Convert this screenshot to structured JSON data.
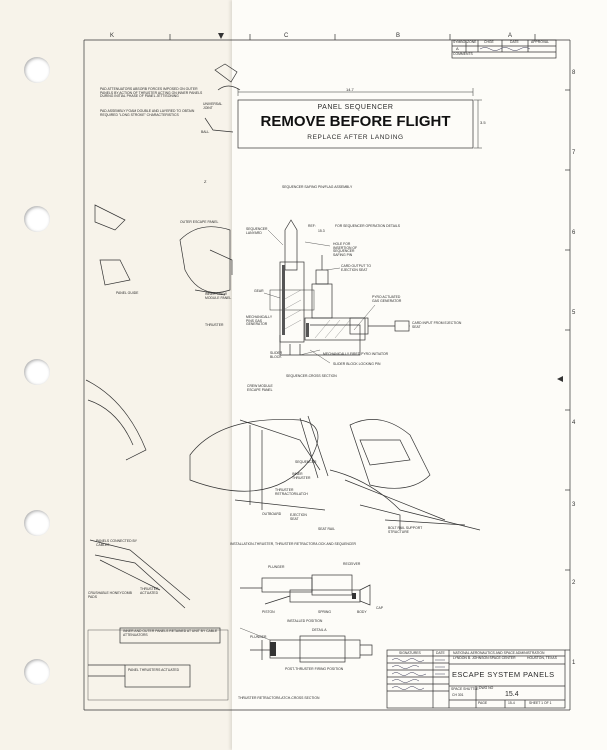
{
  "ruler_top": [
    "K",
    "C",
    "B",
    "A"
  ],
  "ruler_side": [
    "8",
    "7",
    "6",
    "5",
    "4",
    "3",
    "2",
    "1"
  ],
  "revision": {
    "headers": [
      "SYMBOL",
      "ZONE",
      "CHGE",
      "DATE",
      "APPROVAL"
    ],
    "row1": "A",
    "comments_label": "COMMENTS"
  },
  "sign": {
    "line1": "PANEL SEQUENCER",
    "line2": "REMOVE BEFORE FLIGHT",
    "line3": "REPLACE AFTER LANDING",
    "width_dim": "14.7",
    "height_dim": "3.5"
  },
  "left_notes": {
    "note1": "PAD ATTENUATORS ABSORB FORCES IMPOSED ON OUTER PANELS BY ACTION OF THRUSTER ACTING ON INNER PANELS DURING INITIAL PHASE OF PANEL JETTISONING",
    "note2": "PAD ASSEMBLY FOAM DOUBLE AND LAYERED TO OBTAIN REQUIRED \"LONG STROKE\" CHARACTERISTICS",
    "universal_joint": "UNIVERSAL JOINT",
    "ball": "BALL",
    "detail_ref": "Z",
    "outer_escape": "OUTER ESCAPE PANEL",
    "panel_guide": "PANEL GUIDE",
    "inner_crew": "INNER CREW MODULE PANEL",
    "thruster": "THRUSTER",
    "panels_connected": "PANELS CONNECTED BY CABLES",
    "crushable": "CRUSHABLE HONEYCOMB PADS",
    "thruster_actuated": "THRUSTER ACTUATED",
    "inner_outer_retained": "INNER AND OUTER PANELS RETAINED AT UNIT BY CABLE ATTENUATORS",
    "panel_thrusters": "PANEL THRUSTERS ACTUATED"
  },
  "sequencer": {
    "title": "SEQUENCER SAFING PIN/FLAG ASSEMBLY",
    "ref": "REF:",
    "ref_num": "15.3",
    "ref_text": "FOR SEQUENCER OPERATION DETAILS",
    "sequencer_lanyard": "SEQUENCER LANYARD",
    "hole": "HOLE FOR INSERTION OF SEQUENCER SAFING PIN",
    "card_output": "CARD OUTPUT TO EJECTION SEAT",
    "gear": "GEAR",
    "mechanically_pins": "MECHANICALLY PINS GAS GENERATOR",
    "pyro": "PYRO ACTUATED GAS GENERATOR",
    "card_input": "CARD INPUT FROM EJECTION SEAT",
    "slider_block": "SLIDER BLOCK",
    "mech_fired": "MECHANICALLY FIRED PYRO INITIATOR",
    "locking_pin": "SLIDER BLOCK LOCKING PIN",
    "section_title": "SEQUENCER-CROSS SECTION"
  },
  "crew": {
    "crew_module": "CREW MODULE ESCAPE PANEL",
    "sequencer": "SEQUENCER",
    "inner_thruster": "INNER THRUSTER",
    "retractor": "THRUSTER RETRACTOR/LATCH",
    "outboard": "OUTBOARD",
    "ejection_seat": "EJECTION SEAT",
    "seat_rail": "SEAT RAIL",
    "bolt_rail": "BOLT RAIL SUPPORT STRUCTURE",
    "title": "INSTALLATION-THRUSTER, THRUSTER RETRACTOR/LOCK AND SEQUENCER"
  },
  "thruster": {
    "receiver": "RECEIVER",
    "plunger": "PLUNGER",
    "piston": "PISTON",
    "spring": "SPRING",
    "body": "BODY",
    "cap": "CAP",
    "installed": "INSTALLED POSITION",
    "detail_a": "DETAIL A",
    "plunger2": "PLUNGER",
    "post_firing": "POST-THRUSTER FIRING POSITION",
    "bottom_title": "THRUSTER RETRACTOR/LATCH-CROSS SECTION"
  },
  "title_block": {
    "signatures": "SIGNATURES",
    "date": "DATE",
    "agency1": "NATIONAL AERONAUTICS AND SPACE ADMINISTRATION",
    "agency2": "LYNDON B. JOHNSON SPACE CENTER",
    "location": "HOUSTON, TEXAS",
    "title": "ESCAPE SYSTEM PANELS",
    "space_shuttle": "SPACE SHUTTLE",
    "ch": "CH 301",
    "dwg_label": "DWG NO",
    "dwg_no": "15.4",
    "page_label": "PAGE",
    "page_no": "15-4",
    "sheet": "SHEET 1 OF 1"
  }
}
